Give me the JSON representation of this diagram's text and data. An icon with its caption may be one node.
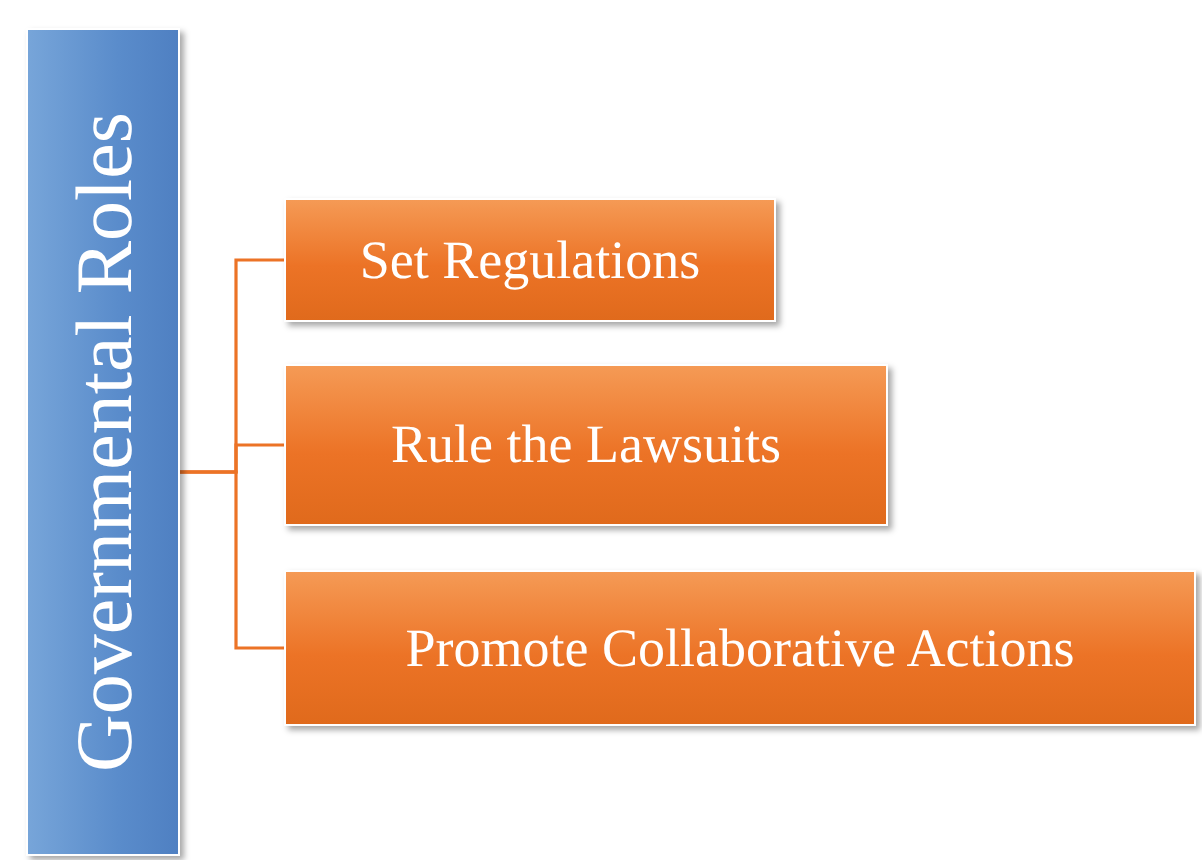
{
  "diagram": {
    "nodes": [
      {
        "text": [
          "Governmental Roles"
        ]
      },
      {
        "text": [
          "Set Regulations"
        ]
      },
      {
        "text": [
          "Rule the Lawsuits"
        ]
      },
      {
        "text": [
          "Promote Collaborative Actions"
        ]
      }
    ],
    "edges": [
      {
        "from": 0,
        "to": 1,
        "arrow": "none"
      },
      {
        "from": 0,
        "to": 2,
        "arrow": "none"
      },
      {
        "from": 0,
        "to": 3,
        "arrow": "none"
      }
    ]
  }
}
